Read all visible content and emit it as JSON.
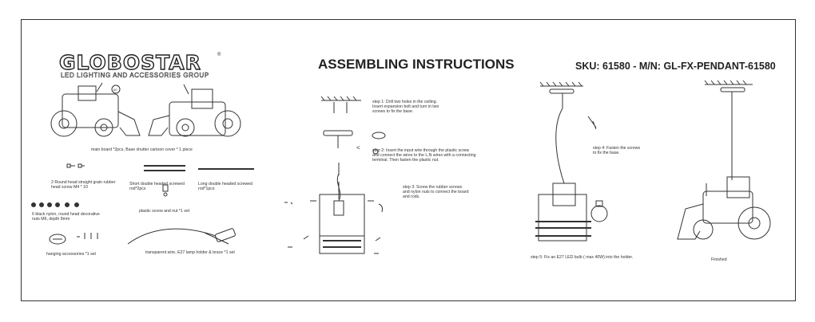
{
  "brand": {
    "name": "GLOBOSTAR",
    "registered": "®",
    "tagline": "LED LIGHTING AND ACCESSORIES GROUP"
  },
  "title": "ASSEMBLING INSTRUCTIONS",
  "sku_line": "SKU: 61580 - M/N: GL-FX-PENDANT-61580",
  "parts": [
    {
      "label": "main board *2pcs, Base shutter cartoon cover * 1 piece"
    },
    {
      "label": "2 Round head straight grain rubber\nhead screw M4 * 10"
    },
    {
      "label": "Short double headed screwed\nrod*2pcs"
    },
    {
      "label": "Long double headed screwed\nrod*1pcs"
    },
    {
      "label": "plastic screw and nut  *1 set"
    },
    {
      "label": "6 black nylon, round head decorative\nnuts M6, depth 8mm"
    },
    {
      "label": "hanging accessories *1 set"
    },
    {
      "label": "transparent wire, E27 lamp holder & brace *1 set"
    }
  ],
  "steps": [
    {
      "label": "step 1:  Drill two holes in the ceiling.\nInsert expansion bolt and turn in two\nscrews to fix the base."
    },
    {
      "label": "step 2:  Insert the input wire through the plastic screw\nand connect the wires to the L,N wires with a connecting\nterminal. Then fasten the plastic nut."
    },
    {
      "label": "step 3:   Screw the  rubber screws\nand  nylon nuts  to connect the board\nand rods."
    },
    {
      "label": "step 4:  Fasten the screws\nto fix  the base."
    },
    {
      "label": "step 5: Fix an E27 LED bulb ( max 40W)    into the holder."
    }
  ],
  "finished_label": "Finished",
  "colors": {
    "line": "#333333",
    "background": "#ffffff"
  }
}
